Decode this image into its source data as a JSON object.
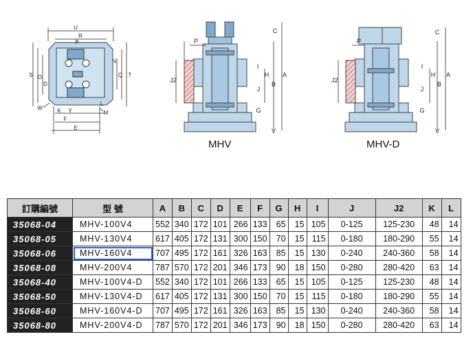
{
  "captions": {
    "mhv": "MHV",
    "mhv_d": "MHV-D"
  },
  "plan_view_labels": [
    "U",
    "R",
    "P",
    "S",
    "O",
    "D",
    "N",
    "T",
    "Q",
    "K",
    "Y",
    "W",
    "L",
    "M",
    "F",
    "E"
  ],
  "mhv_labels": [
    "P",
    "C",
    "J2",
    "I",
    "H",
    "B",
    "A",
    "J",
    "G",
    "V"
  ],
  "mhv_d_labels": [
    "P",
    "C",
    "J2",
    "I",
    "H",
    "B",
    "A",
    "J",
    "G",
    "V"
  ],
  "table": {
    "headers": [
      "訂購編號",
      "型 號",
      "A",
      "B",
      "C",
      "D",
      "E",
      "F",
      "G",
      "H",
      "I",
      "J",
      "J2",
      "K",
      "L"
    ],
    "selected_row": 2,
    "rows": [
      [
        "35068-04",
        "MHV-100V4",
        "552",
        "340",
        "172",
        "101",
        "266",
        "133",
        "65",
        "15",
        "105",
        "0-125",
        "125-230",
        "48",
        "14"
      ],
      [
        "35068-05",
        "MHV-130V4",
        "617",
        "405",
        "172",
        "131",
        "300",
        "150",
        "70",
        "15",
        "115",
        "0-180",
        "180-290",
        "55",
        "14"
      ],
      [
        "35068-06",
        "MHV-160V4",
        "707",
        "495",
        "172",
        "161",
        "326",
        "163",
        "85",
        "15",
        "130",
        "0-240",
        "240-360",
        "58",
        "14"
      ],
      [
        "35068-08",
        "MHV-200V4",
        "787",
        "570",
        "172",
        "201",
        "346",
        "173",
        "90",
        "18",
        "150",
        "0-280",
        "280-420",
        "63",
        "14"
      ],
      [
        "35068-40",
        "MHV-100V4-D",
        "552",
        "340",
        "172",
        "101",
        "266",
        "133",
        "65",
        "15",
        "105",
        "0-125",
        "125-230",
        "48",
        "14"
      ],
      [
        "35068-50",
        "MHV-130V4-D",
        "617",
        "405",
        "172",
        "131",
        "300",
        "150",
        "70",
        "15",
        "115",
        "0-180",
        "180-290",
        "55",
        "14"
      ],
      [
        "35068-60",
        "MHV-160V4-D",
        "707",
        "495",
        "172",
        "161",
        "326",
        "163",
        "85",
        "15",
        "130",
        "0-240",
        "240-360",
        "58",
        "14"
      ],
      [
        "35068-80",
        "MHV-200V4-D",
        "787",
        "570",
        "172",
        "201",
        "346",
        "173",
        "90",
        "18",
        "150",
        "0-280",
        "280-420",
        "63",
        "14"
      ]
    ]
  }
}
